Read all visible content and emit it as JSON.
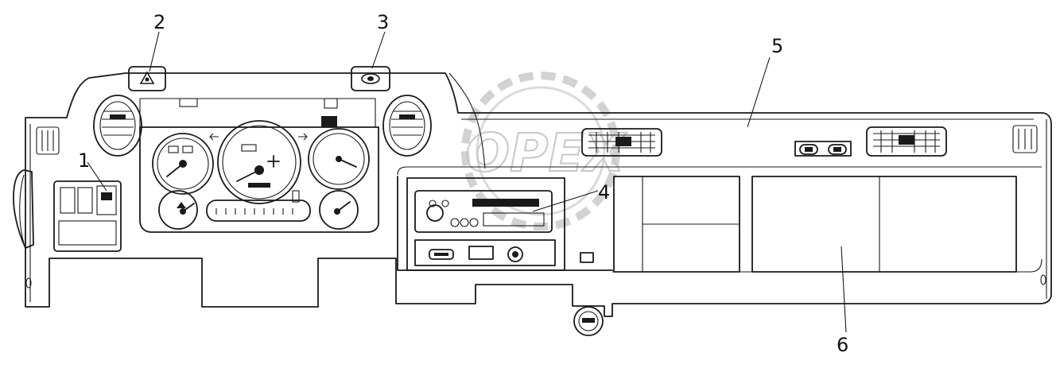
{
  "callouts": {
    "c1": "1",
    "c2": "2",
    "c3": "3",
    "c4": "4",
    "c5": "5",
    "c6": "6"
  },
  "watermark": "OPEX",
  "colors": {
    "line": "#1a1a1a",
    "watermark": "#c8c8c8",
    "background": "#ffffff"
  }
}
